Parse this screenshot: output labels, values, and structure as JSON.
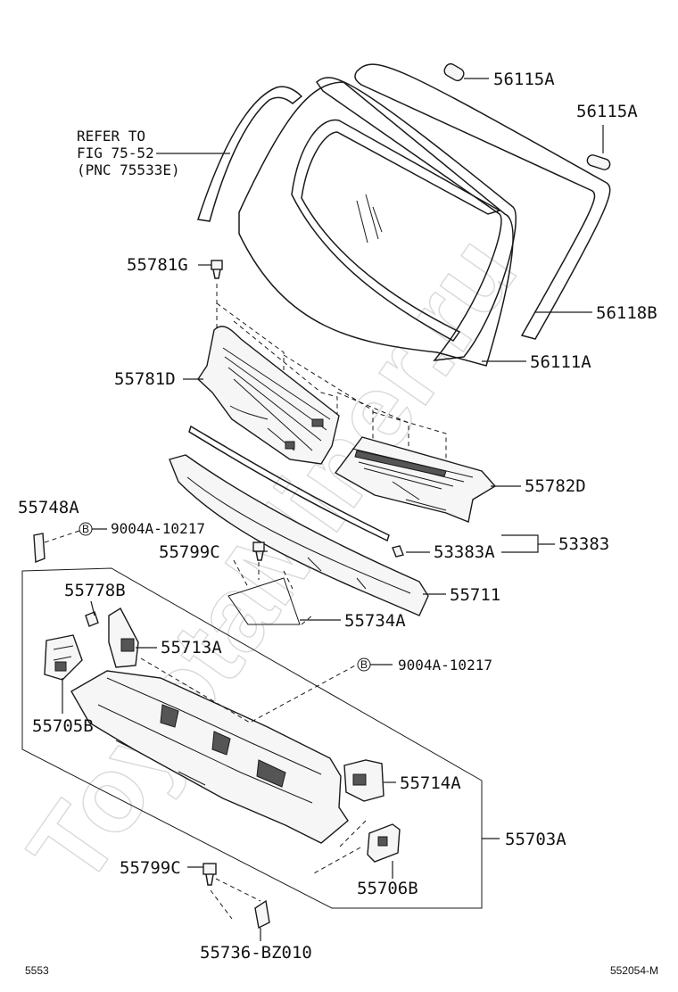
{
  "watermark": "ToyotaMiner.ru",
  "refer_note": [
    "REFER TO",
    "FIG 75-52",
    "(PNC 75533E)"
  ],
  "bolt_symbol": "B",
  "labels": {
    "p56115A_top": "56115A",
    "p56115A_right": "56115A",
    "p56118B": "56118B",
    "p56111A": "56111A",
    "p55781G": "55781G",
    "p55781D": "55781D",
    "p55782D": "55782D",
    "p55748A": "55748A",
    "p9004A_left": "9004A-10217",
    "p55799C_top": "55799C",
    "p53383A": "53383A",
    "p53383": "53383",
    "p55711": "55711",
    "p55734A": "55734A",
    "p55778B": "55778B",
    "p55713A": "55713A",
    "p9004A_right": "9004A-10217",
    "p55705B": "55705B",
    "p55714A": "55714A",
    "p55703A": "55703A",
    "p55799C_bottom": "55799C",
    "p55706B": "55706B",
    "p55736": "55736-BZ010"
  },
  "footer": {
    "left_code": "5553",
    "right_code": "552054-M"
  }
}
